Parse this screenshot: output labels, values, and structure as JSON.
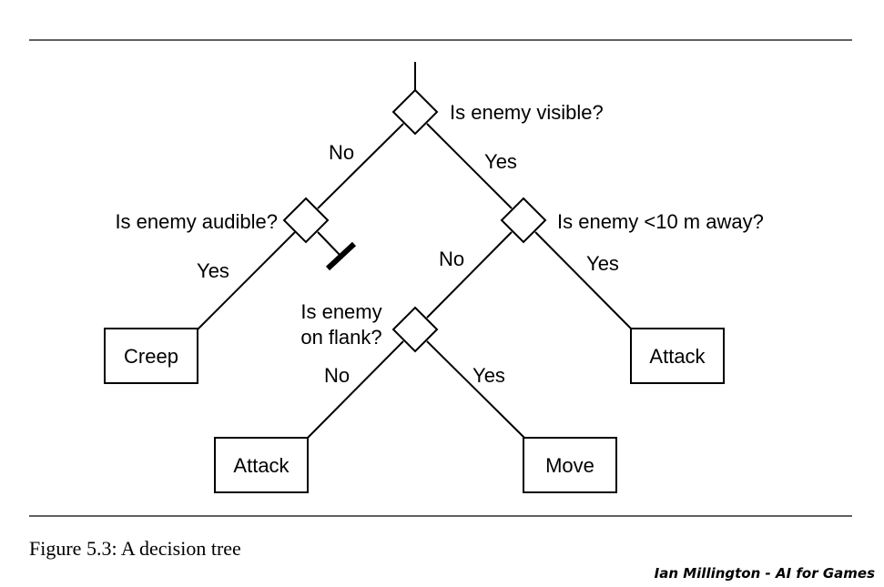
{
  "diagram": {
    "decisions": [
      {
        "id": "d-visible",
        "label_lines": [
          "Is enemy visible?"
        ]
      },
      {
        "id": "d-audible",
        "label_lines": [
          "Is enemy audible?"
        ]
      },
      {
        "id": "d-near",
        "label_lines": [
          "Is enemy <10 m away?"
        ]
      },
      {
        "id": "d-flank",
        "label_lines": [
          "Is enemy",
          "on flank?"
        ]
      }
    ],
    "actions": [
      {
        "id": "a-creep",
        "label": "Creep"
      },
      {
        "id": "a-attack-near",
        "label": "Attack"
      },
      {
        "id": "a-attack-flank",
        "label": "Attack"
      },
      {
        "id": "a-move",
        "label": "Move"
      }
    ],
    "edges": [
      {
        "from": "d-visible",
        "to": "d-audible",
        "label": "No"
      },
      {
        "from": "d-visible",
        "to": "d-near",
        "label": "Yes"
      },
      {
        "from": "d-audible",
        "to": "a-creep",
        "label": "Yes"
      },
      {
        "from": "d-audible",
        "to": "none",
        "label": ""
      },
      {
        "from": "d-near",
        "to": "d-flank",
        "label": "No"
      },
      {
        "from": "d-near",
        "to": "a-attack-near",
        "label": "Yes"
      },
      {
        "from": "d-flank",
        "to": "a-attack-flank",
        "label": "No"
      },
      {
        "from": "d-flank",
        "to": "a-move",
        "label": "Yes"
      }
    ]
  },
  "caption": "Figure 5.3: A decision tree",
  "credit": "Ian Millington - AI for Games"
}
